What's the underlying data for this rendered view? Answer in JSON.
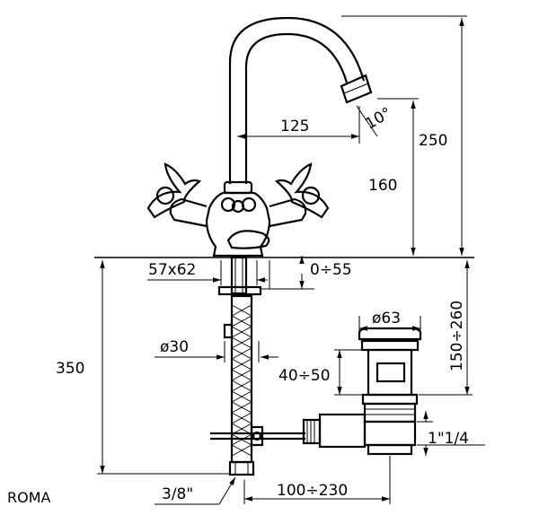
{
  "model_name": "ROMA",
  "dimensions": {
    "spout_reach": "125",
    "spout_angle": "10°",
    "overall_height": "250",
    "spout_height": "160",
    "base_size": "57x62",
    "deck_thickness": "0÷55",
    "tail_diameter": "ø30",
    "overall_below_deck": "350",
    "waste_range": "150÷260",
    "plug_diameter": "ø63",
    "waste_depth": "40÷50",
    "waste_thread": "1\"1/4",
    "supply_thread": "3/8\"",
    "waste_offset": "100÷230"
  }
}
